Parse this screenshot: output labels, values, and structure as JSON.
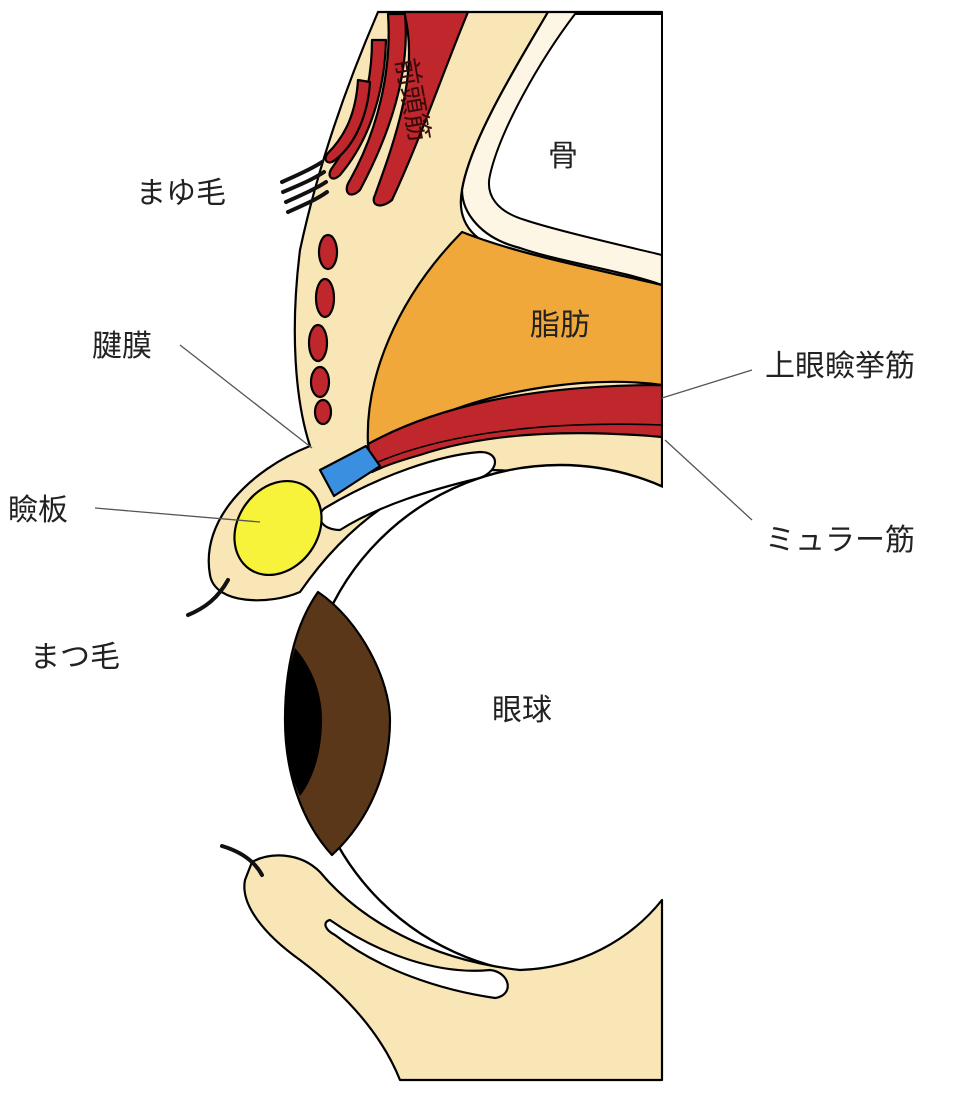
{
  "labels": {
    "frontalis": "前頭筋",
    "bone": "骨",
    "eyebrow": "まゆ毛",
    "fat": "脂肪",
    "aponeurosis": "腱膜",
    "levator": "上眼瞼挙筋",
    "tarsus": "瞼板",
    "muller": "ミュラー筋",
    "eyelash": "まつ毛",
    "eyeball": "眼球"
  },
  "colors": {
    "skin": "#f8e6b6",
    "bone": "#fdf6e4",
    "muscle": "#c0272d",
    "fat": "#f0a83a",
    "aponeurosis": "#3a8fe0",
    "tarsus": "#f7f23a",
    "iris": "#5a3718",
    "pupil": "#000000",
    "eyeball": "#ffffff"
  }
}
